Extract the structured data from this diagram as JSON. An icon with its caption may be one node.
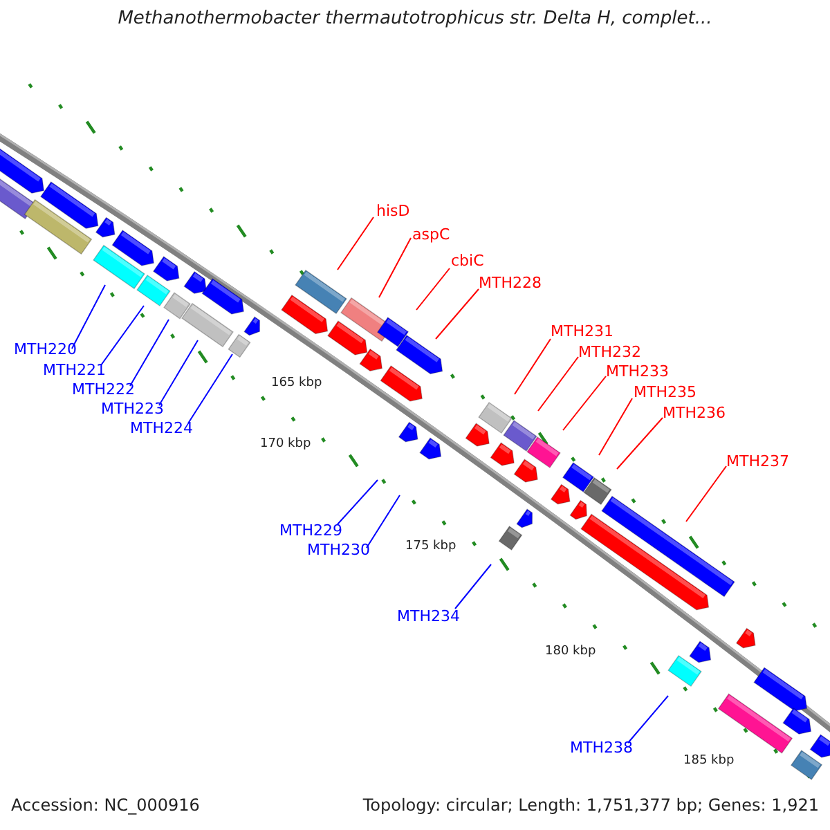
{
  "diagram": {
    "title": "Methanothermobacter thermautotrophicus str. Delta H, complet...",
    "nodes": [
      {
        "text": [
          "MTH220"
        ]
      },
      {
        "text": [
          "MTH221"
        ]
      },
      {
        "text": [
          "MTH222"
        ]
      },
      {
        "text": [
          "MTH223"
        ]
      },
      {
        "text": [
          "MTH224"
        ]
      },
      {
        "text": [
          "hisD"
        ]
      },
      {
        "text": [
          "aspC"
        ]
      },
      {
        "text": [
          "cbiC"
        ]
      },
      {
        "text": [
          "MTH228"
        ]
      },
      {
        "text": [
          "MTH229"
        ]
      },
      {
        "text": [
          "MTH230"
        ]
      },
      {
        "text": [
          "MTH231"
        ]
      },
      {
        "text": [
          "MTH232"
        ]
      },
      {
        "text": [
          "MTH233"
        ]
      },
      {
        "text": [
          "MTH235"
        ]
      },
      {
        "text": [
          "MTH236"
        ]
      },
      {
        "text": [
          "MTH237"
        ]
      },
      {
        "text": [
          "MTH234"
        ]
      },
      {
        "text": [
          "MTH238"
        ]
      }
    ],
    "edges": [
      {
        "from": 0,
        "to": null,
        "arrow": "none",
        "color": "#0000ff"
      },
      {
        "from": 1,
        "to": null,
        "arrow": "none",
        "color": "#0000ff"
      },
      {
        "from": 2,
        "to": null,
        "arrow": "none",
        "color": "#0000ff"
      },
      {
        "from": 3,
        "to": null,
        "arrow": "none",
        "color": "#0000ff"
      },
      {
        "from": 4,
        "to": null,
        "arrow": "none",
        "color": "#0000ff"
      },
      {
        "from": 5,
        "to": null,
        "arrow": "none"
      },
      {
        "from": 6,
        "to": null,
        "arrow": "none"
      },
      {
        "from": 7,
        "to": null,
        "arrow": "none"
      },
      {
        "from": 8,
        "to": null,
        "arrow": "none"
      },
      {
        "from": 9,
        "to": null,
        "arrow": "none",
        "color": "#0000ff"
      },
      {
        "from": 10,
        "to": null,
        "arrow": "none",
        "color": "#0000ff"
      },
      {
        "from": 11,
        "to": null,
        "arrow": "none"
      },
      {
        "from": 12,
        "to": null,
        "arrow": "none"
      },
      {
        "from": 13,
        "to": null,
        "arrow": "none"
      },
      {
        "from": 14,
        "to": null,
        "arrow": "none"
      },
      {
        "from": 15,
        "to": null,
        "arrow": "none"
      },
      {
        "from": 16,
        "to": null,
        "arrow": "none"
      },
      {
        "from": 17,
        "to": null,
        "arrow": "none",
        "color": "#0000ff"
      },
      {
        "from": 18,
        "to": null,
        "arrow": "none",
        "color": "#0000ff"
      }
    ],
    "labels": [
      "165 kbp",
      "170 kbp",
      "175 kbp",
      "180 kbp",
      "185 kbp",
      "Accession: NC_000916",
      "Topology: circular; Length: 1,751,377 bp; Genes: 1,921"
    ]
  }
}
